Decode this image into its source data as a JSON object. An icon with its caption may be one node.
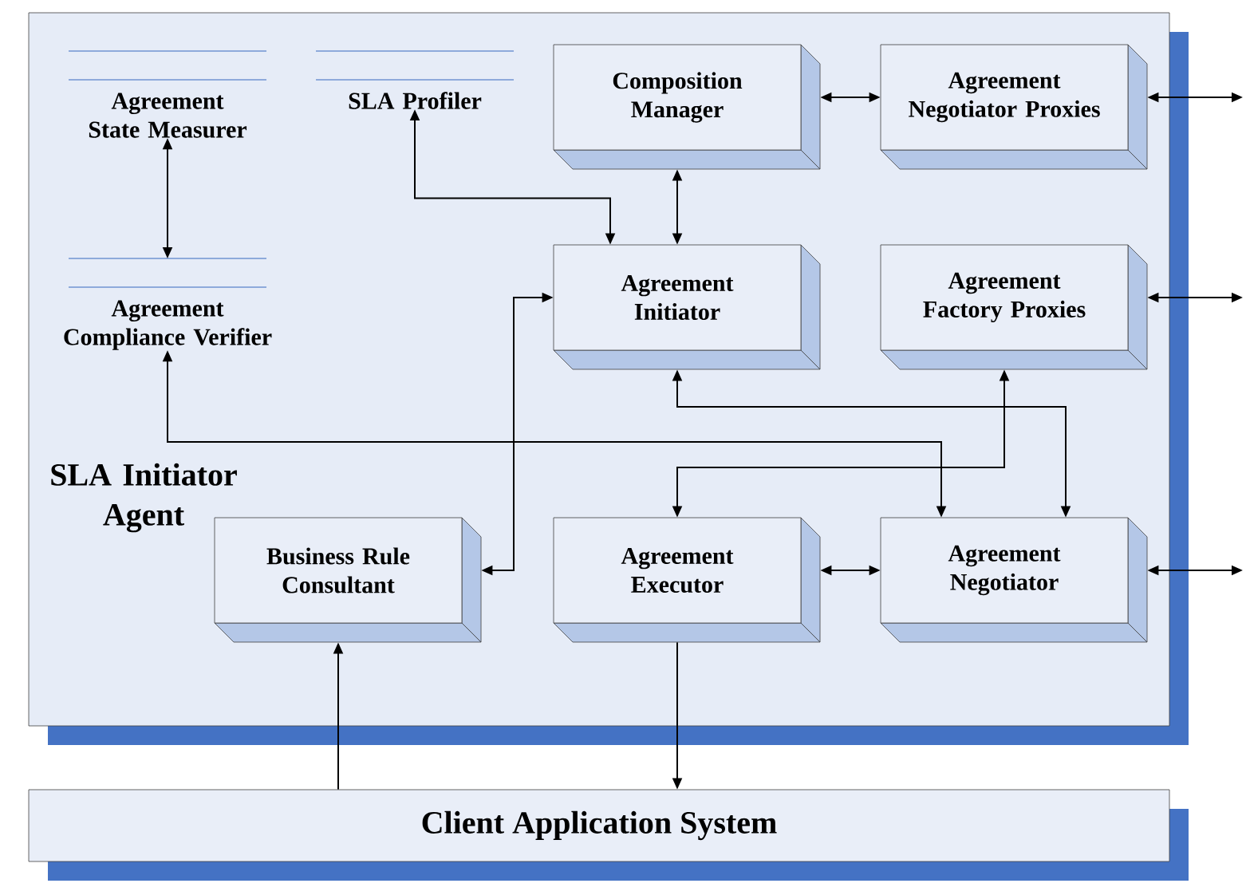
{
  "diagram": {
    "nodes": [
      {
        "text": [
          "SLA Initiator Agent"
        ]
      },
      {
        "text": [
          "Agreement State Measurer"
        ],
        "in": 0
      },
      {
        "text": [
          "SLA Profiler"
        ],
        "in": 0
      },
      {
        "text": [
          "Composition Manager"
        ],
        "in": 0
      },
      {
        "text": [
          "Agreement Negotiator Proxies"
        ],
        "in": 0
      },
      {
        "text": [
          "Agreement Compliance Verifier"
        ],
        "in": 0
      },
      {
        "text": [
          "Agreement Initiator"
        ],
        "in": 0
      },
      {
        "text": [
          "Agreement Factory Proxies"
        ],
        "in": 0
      },
      {
        "text": [
          "Business Rule Consultant"
        ],
        "in": 0
      },
      {
        "text": [
          "Agreement Executor"
        ],
        "in": 0
      },
      {
        "text": [
          "Agreement Negotiator"
        ],
        "in": 0
      },
      {
        "text": [
          "Client Application System"
        ]
      }
    ],
    "edges": [
      {
        "from": 1,
        "to": 5,
        "arrow": "both"
      },
      {
        "from": 2,
        "to": 6,
        "arrow": "both"
      },
      {
        "from": 3,
        "to": 4,
        "arrow": "both"
      },
      {
        "from": 3,
        "to": 6,
        "arrow": "both"
      },
      {
        "from": 4,
        "to": null,
        "arrow": "both"
      },
      {
        "from": 7,
        "to": null,
        "arrow": "both"
      },
      {
        "from": 8,
        "to": 6,
        "arrow": "both"
      },
      {
        "from": 5,
        "to": 10,
        "arrow": "both"
      },
      {
        "from": 6,
        "to": 10,
        "arrow": "both"
      },
      {
        "from": 7,
        "to": 9,
        "arrow": "both"
      },
      {
        "from": 9,
        "to": 10,
        "arrow": "both"
      },
      {
        "from": 10,
        "to": null,
        "arrow": "both"
      },
      {
        "from": 11,
        "to": 8,
        "arrow": "to"
      },
      {
        "from": 9,
        "to": 11,
        "arrow": "to"
      }
    ]
  }
}
